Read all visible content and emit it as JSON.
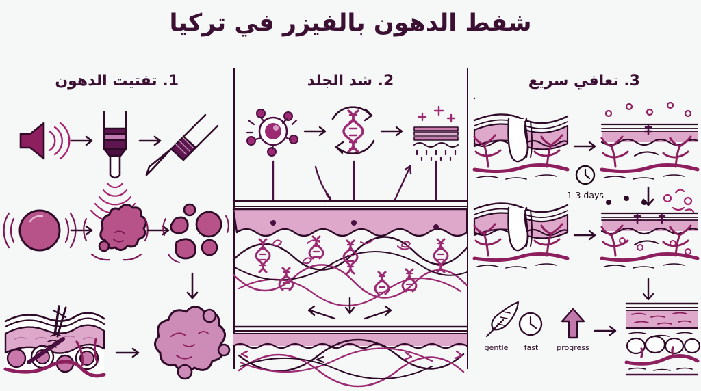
{
  "page": {
    "title": "شفط الدهون بالفيزر في تركيا",
    "background_color": "#f6f8f7",
    "language": "ar",
    "direction": "rtl"
  },
  "palette": {
    "ink": "#2a0a24",
    "title": "#3b1033",
    "deep_purple": "#4a1042",
    "magenta": "#a6216f",
    "berry": "#8e1f5e",
    "fat_fill": "#b8538a",
    "skin_pink": "#dda8ca",
    "skin_pink_light": "#e7bcd8",
    "outline": "#2f0b29",
    "divider": "#2f0b29",
    "background": "#f6f8f7"
  },
  "columns": [
    {
      "id": "column-1",
      "heading": "1. تفتيت الدهون",
      "rows": [
        {
          "id": "vaser-sequence",
          "items": [
            {
              "icon": "ultrasound-speaker-icon",
              "label": ""
            },
            {
              "icon": "arrow-right-icon",
              "label": ""
            },
            {
              "icon": "vaser-probe-icon",
              "label": ""
            },
            {
              "icon": "arrow-right-icon",
              "label": ""
            },
            {
              "icon": "cannula-icon",
              "label": ""
            }
          ]
        },
        {
          "id": "fat-cell-breakdown",
          "items": [
            {
              "icon": "intact-fat-cell-icon",
              "label": ""
            },
            {
              "icon": "arrow-right-icon",
              "label": ""
            },
            {
              "icon": "deforming-fat-cell-icon",
              "label": ""
            },
            {
              "icon": "arrow-right-icon",
              "label": ""
            },
            {
              "icon": "fragmented-fat-cells-icon",
              "label": ""
            }
          ]
        },
        {
          "id": "tissue-emulsification",
          "items": [
            {
              "icon": "skin-cross-section-cannula-icon",
              "label": ""
            },
            {
              "icon": "arrow-right-icon",
              "label": ""
            },
            {
              "icon": "emulsified-fat-blob-icon",
              "label": ""
            }
          ]
        }
      ]
    },
    {
      "id": "column-2",
      "heading": "2. شد الجلد",
      "rows": [
        {
          "id": "collagen-stimulus-sequence",
          "items": [
            {
              "icon": "heat-stimulated-cell-icon",
              "label": ""
            },
            {
              "icon": "arrow-right-icon",
              "label": ""
            },
            {
              "icon": "dna-renewal-cycle-icon",
              "label": ""
            },
            {
              "icon": "arrow-right-icon",
              "label": ""
            },
            {
              "icon": "smooth-skin-sparkle-icon",
              "label": ""
            }
          ]
        },
        {
          "id": "collagen-fiber-layer",
          "items": [
            {
              "icon": "dermis-collagen-dna-icon",
              "label": ""
            }
          ]
        },
        {
          "id": "tightened-skin-layer",
          "items": [
            {
              "icon": "tightened-skin-collagen-icon",
              "label": ""
            }
          ]
        }
      ]
    },
    {
      "id": "column-3",
      "heading": "3. تعافي سريع",
      "timeline_label": "1-3 days",
      "timeline_icon": "clock-icon",
      "benefits": [
        {
          "icon": "feather-icon",
          "label": "gentle"
        },
        {
          "icon": "clock-icon",
          "label": "fast"
        },
        {
          "icon": "up-arrow-icon",
          "label": "progress"
        }
      ],
      "rows": [
        {
          "id": "recovery-stage-1",
          "items": [
            {
              "icon": "skin-follicle-vessels-icon",
              "label": ""
            },
            {
              "icon": "arrow-right-icon",
              "label": ""
            },
            {
              "icon": "healing-skin-particles-icon",
              "label": ""
            }
          ]
        },
        {
          "id": "recovery-stage-2",
          "items": [
            {
              "icon": "skin-follicle-vessels-icon",
              "label": ""
            },
            {
              "icon": "arrow-right-icon",
              "label": ""
            },
            {
              "icon": "healing-skin-cells-icon",
              "label": ""
            }
          ]
        },
        {
          "id": "recovery-stage-3",
          "items": [
            {
              "icon": "benefits-row-icon",
              "label": ""
            },
            {
              "icon": "arrow-right-icon",
              "label": ""
            },
            {
              "icon": "healed-skin-fat-layer-icon",
              "label": ""
            }
          ]
        }
      ]
    }
  ]
}
